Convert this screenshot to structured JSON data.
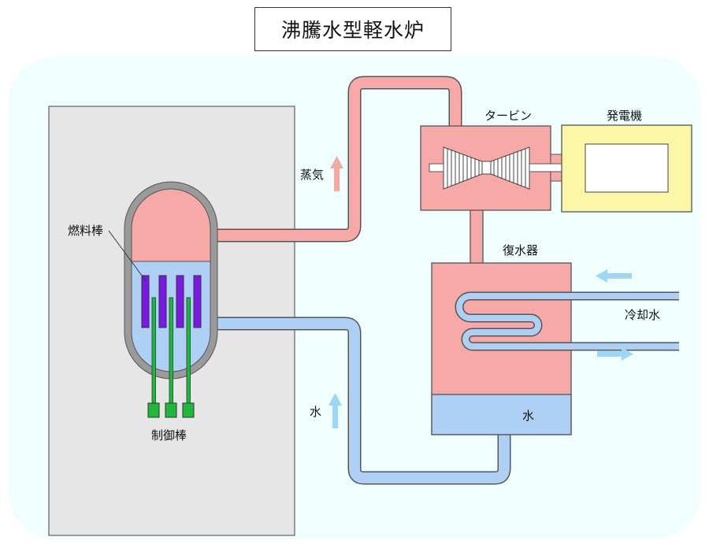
{
  "title": "沸騰水型軽水炉",
  "labels": {
    "turbine": "タービン",
    "generator": "発電機",
    "steam": "蒸気",
    "fuel_rod": "燃料棒",
    "condenser": "復水器",
    "cooling_water": "冷却水",
    "water_return": "水",
    "condenser_water": "水",
    "control_rod": "制御棒"
  },
  "colors": {
    "background": "#f0feff",
    "building": "#e6e6e6",
    "steam": "#f7a9a7",
    "water": "#aed0f5",
    "fuel_rod": "#7b18e8",
    "control_rod": "#1fb83a",
    "generator": "#fbf7a7",
    "steam_arrow": "#f2aaa6",
    "water_arrow": "#9fd6f3"
  }
}
